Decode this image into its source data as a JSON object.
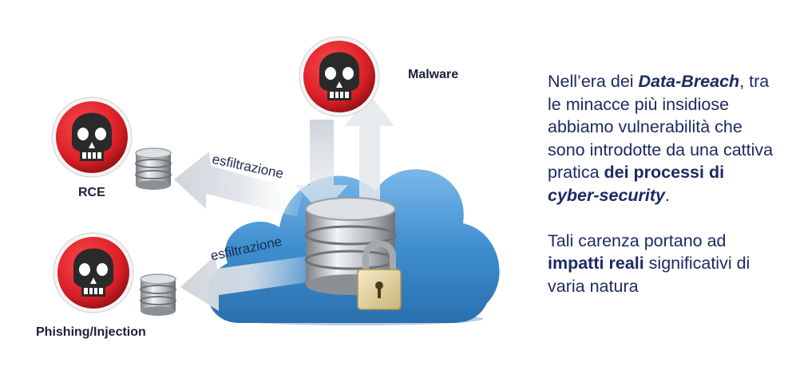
{
  "diagram": {
    "threats": {
      "malware": "Malware",
      "rce": "RCE",
      "phishing": "Phishing/Injection"
    },
    "flows": {
      "upper": "esfiltrazione",
      "lower": "esfiltrazione"
    },
    "colors": {
      "cloud": "#3f8fcf",
      "threat_ring": "#e0282e",
      "skull": "#2a2a2a",
      "lock_body": "#e9d9a6",
      "arrow": "#d9dde3",
      "text": "#1c2a63"
    }
  },
  "text": {
    "p1_a": "Nell’era dei ",
    "p1_b": "Data-Breach",
    "p1_c": ", tra le minacce più insidiose abbiamo vulnerabilità che sono introdotte da una cattiva pratica ",
    "p1_d": "dei processi di",
    "p1_e": "cyber-security",
    "p1_f": ".",
    "p2_a": "Tali carenza portano ad ",
    "p2_b": "impatti reali",
    "p2_c": " significativi di varia natura"
  }
}
